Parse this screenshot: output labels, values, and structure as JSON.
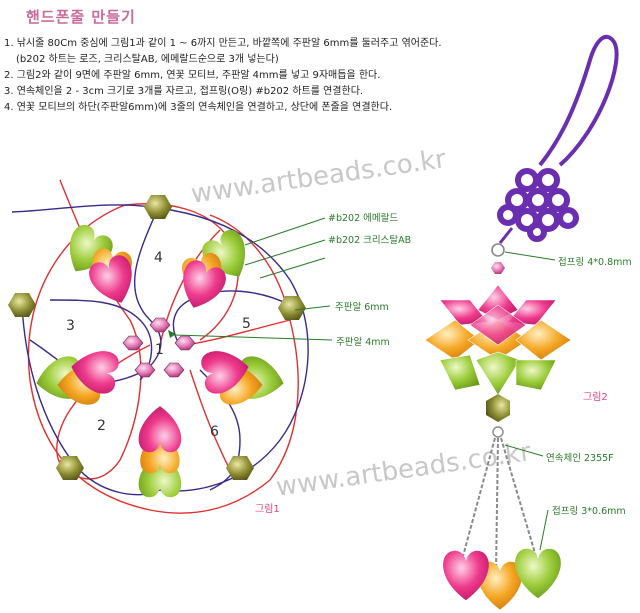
{
  "title": "핸드폰줄 만들기",
  "instructions": [
    "1. 낚시줄 80Cm 중심에 그림1과 같이 1 ~ 6까지 만든고, 바깥쪽에 주판알 6mm를 둘러주고 엮어준다.",
    "(b202 하트는 로즈, 크리스탈AB, 에메랄드순으로 3개 넣는다)",
    "2. 그림2와 같이 9면에 주판알 6mm, 연꽃 모티브, 주판알 4mm를 넣고 9자매듭을 한다.",
    "3. 연속체인을 2 - 3cm 크기로 3개를 자르고, 접프링(O링) #b202 하트를 연결한다.",
    "4. 연꽃 모티브의 하단(주판알6mm)에 3줄의 연속체인을 연결하고, 상단에 폰줄을 연결한다."
  ],
  "watermark": "www.artbeads.co.kr",
  "figure1": {
    "caption": "그림1",
    "numbers": [
      "1",
      "2",
      "3",
      "4",
      "5",
      "6"
    ],
    "labels": {
      "emerald": "#b202 에메랄드",
      "crystal": "#b202 크리스탈AB",
      "bead6": "주판알 6mm",
      "bead4": "주판알 4mm"
    }
  },
  "figure2": {
    "caption": "그림2",
    "labels": {
      "jumpring1": "접프링 4*0.8mm",
      "chain": "연속체인 2355F",
      "jumpring2": "접프링 3*0.6mm"
    }
  },
  "colors": {
    "pink": "#ee3a8c",
    "green": "#9ccc3a",
    "orange": "#f5a623",
    "olive": "#7a7a2a",
    "purple": "#6a2fb0",
    "red_line": "#e03030",
    "blue_line": "#3a2a8a",
    "label_green": "#2b7a2b"
  }
}
